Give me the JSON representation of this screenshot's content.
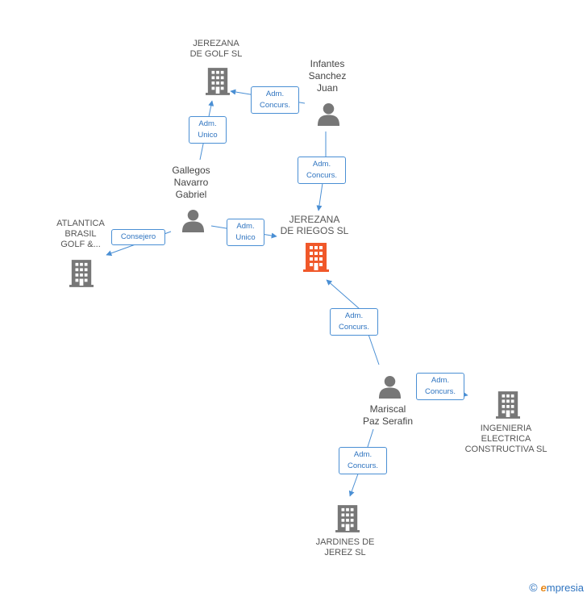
{
  "colors": {
    "edge": "#4a8fd4",
    "company": "#777777",
    "focus_company": "#f0582a",
    "person": "#777777"
  },
  "nodes": {
    "jerezana_golf": {
      "label": "JEREZANA\nDE GOLF SL",
      "icon": "building-icon"
    },
    "infantes": {
      "label": "Infantes\nSanchez\nJuan",
      "icon": "person-icon"
    },
    "gallegos": {
      "label": "Gallegos\nNavarro\nGabriel",
      "icon": "person-icon"
    },
    "atlantica": {
      "label": "ATLANTICA\nBRASIL\nGOLF &...",
      "icon": "building-icon"
    },
    "jerezana_riegos": {
      "label": "JEREZANA\nDE RIEGOS SL",
      "icon": "building-icon"
    },
    "mariscal": {
      "label": "Mariscal\nPaz Serafin",
      "icon": "person-icon"
    },
    "ingenieria": {
      "label": "INGENIERIA\nELECTRICA\nCONSTRUCTIVA SL",
      "icon": "building-icon"
    },
    "jardines": {
      "label": "JARDINES DE\nJEREZ SL",
      "icon": "building-icon"
    }
  },
  "edges": {
    "infantes_golf": "Adm.\nConcurs.",
    "gallegos_golf": "Adm.\nUnico",
    "infantes_riegos": "Adm.\nConcurs.",
    "gallegos_atlantica": "Consejero",
    "gallegos_riegos": "Adm.\nUnico",
    "mariscal_riegos": "Adm.\nConcurs.",
    "mariscal_ingenieria": "Adm.\nConcurs.",
    "mariscal_jardines": "Adm.\nConcurs."
  },
  "brand": {
    "copyright": "©",
    "initial": "e",
    "rest": "mpresia"
  }
}
